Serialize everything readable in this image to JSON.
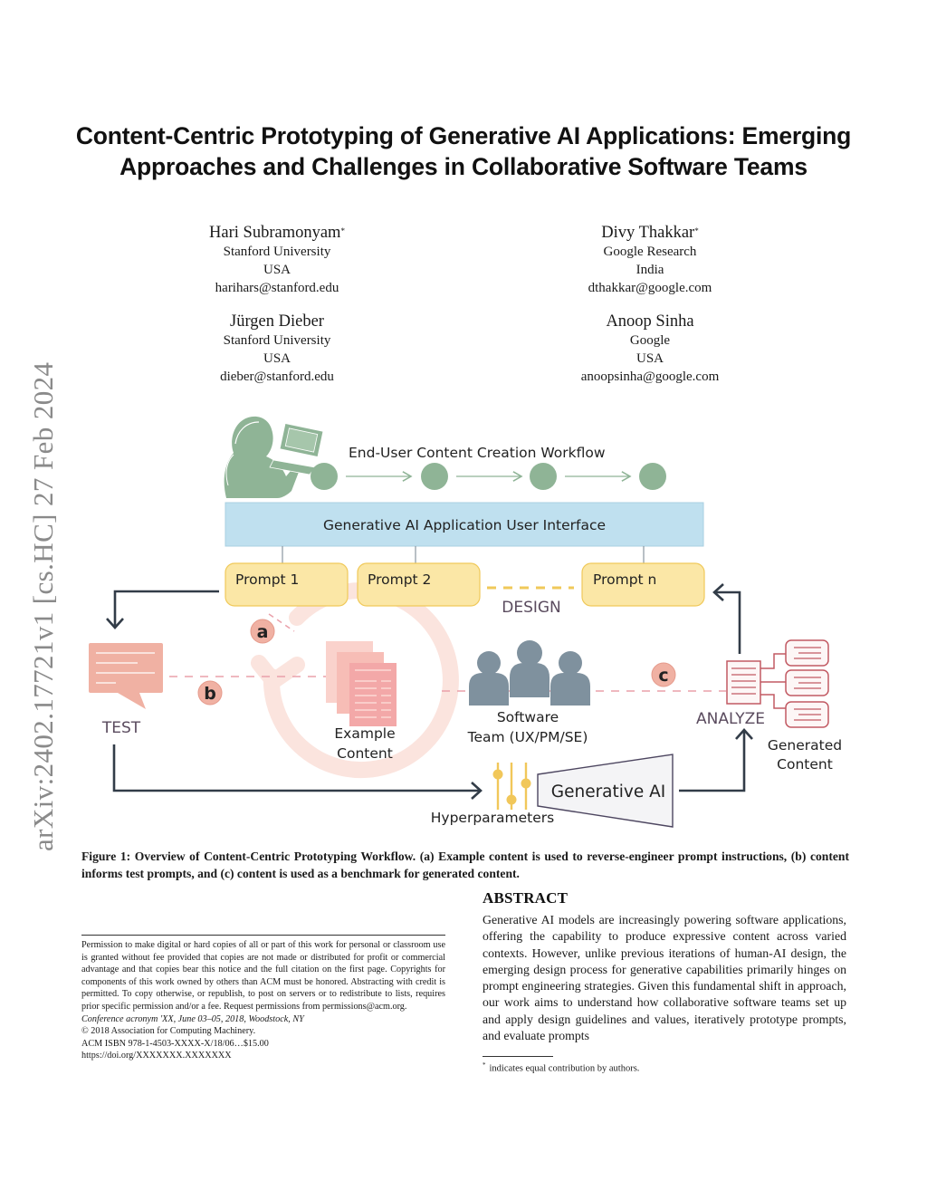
{
  "paper": {
    "title": "Content-Centric Prototyping of Generative AI Applications: Emerging Approaches and Challenges in Collaborative Software Teams",
    "arxiv_stamp": "arXiv:2402.17721v1  [cs.HC]  27 Feb 2024",
    "authors": [
      {
        "name": "Hari Subramonyam",
        "mark": "*",
        "affiliation": "Stanford University",
        "country": "USA",
        "email": "harihars@stanford.edu"
      },
      {
        "name": "Divy Thakkar",
        "mark": "*",
        "affiliation": "Google Research",
        "country": "India",
        "email": "dthakkar@google.com"
      },
      {
        "name": "Jürgen Dieber",
        "mark": "",
        "affiliation": "Stanford University",
        "country": "USA",
        "email": "dieber@stanford.edu"
      },
      {
        "name": "Anoop Sinha",
        "mark": "",
        "affiliation": "Google",
        "country": "USA",
        "email": "anoopsinha@google.com"
      }
    ]
  },
  "figure": {
    "workflow_label": "End-User Content Creation Workflow",
    "ui_bar_label": "Generative AI Application User Interface",
    "prompts": [
      "Prompt 1",
      "Prompt 2",
      "Prompt n"
    ],
    "design_label": "DESIGN",
    "test_label": "TEST",
    "analyze_label": "ANALYZE",
    "markers": [
      "a",
      "b",
      "c"
    ],
    "example_content_label": [
      "Example",
      "Content"
    ],
    "team_label": [
      "Software",
      "Team (UX/PM/SE)"
    ],
    "hyperparameters_label": "Hyperparameters",
    "generative_ai_label": "Generative AI",
    "generated_content_label": [
      "Generated",
      "Content"
    ],
    "colors": {
      "green": "#8fb496",
      "ui_bar": "#bfe0ef",
      "prompt_fill": "#fbe7a6",
      "prompt_border": "#f0c95a",
      "pink": "#f0b1a3",
      "pink_light": "#fbe4de",
      "team_gray": "#7f919e",
      "dark_line": "#323c48",
      "label_purple": "#5a4b5e",
      "analyze_red": "#c25a63",
      "slider_yellow": "#f1c75a"
    }
  },
  "caption": "Figure 1: Overview of Content-Centric Prototyping Workflow. (a) Example content is used to reverse-engineer prompt instructions, (b) content informs test prompts, and (c) content is used as a benchmark for generated content.",
  "abstract": {
    "heading": "ABSTRACT",
    "body": "Generative AI models are increasingly powering software applications, offering the capability to produce expressive content across varied contexts. However, unlike previous iterations of human-AI design, the emerging design process for generative capabilities primarily hinges on prompt engineering strategies. Given this fundamental shift in approach, our work aims to understand how collaborative software teams set up and apply design guidelines and values, iteratively prototype prompts, and evaluate prompts"
  },
  "footnote": {
    "mark": "*",
    "text": "indicates equal contribution by authors."
  },
  "permission": {
    "text": "Permission to make digital or hard copies of all or part of this work for personal or classroom use is granted without fee provided that copies are not made or distributed for profit or commercial advantage and that copies bear this notice and the full citation on the first page. Copyrights for components of this work owned by others than ACM must be honored. Abstracting with credit is permitted. To copy otherwise, or republish, to post on servers or to redistribute to lists, requires prior specific permission and/or a fee. Request permissions from permissions@acm.org.",
    "conference": "Conference acronym 'XX, June 03–05, 2018, Woodstock, NY",
    "copyright": "© 2018 Association for Computing Machinery.",
    "isbn": "ACM ISBN 978-1-4503-XXXX-X/18/06…$15.00",
    "doi": "https://doi.org/XXXXXXX.XXXXXXX"
  }
}
